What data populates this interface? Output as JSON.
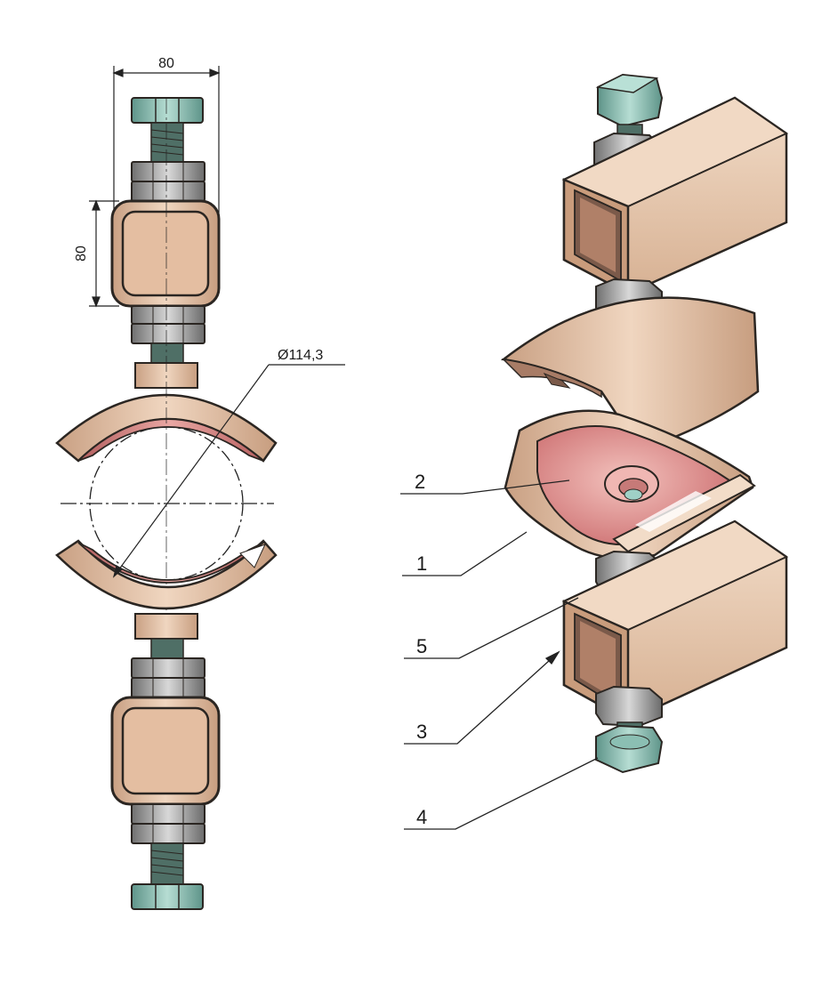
{
  "dimensions": {
    "width_label": "80",
    "height_label": "80",
    "diameter_label": "Ø114,3"
  },
  "callouts": [
    {
      "label": "2"
    },
    {
      "label": "1"
    },
    {
      "label": "5"
    },
    {
      "label": "3"
    },
    {
      "label": "4"
    }
  ],
  "colors": {
    "clamp_body": "#e6c3a6",
    "clamp_outline": "#2b2622",
    "liner_pink": "#d98583",
    "bolt_head": "#8fc2b6",
    "bolt_shank": "#5b7a70",
    "nut": "#8f8f8f",
    "line": "#222222"
  }
}
